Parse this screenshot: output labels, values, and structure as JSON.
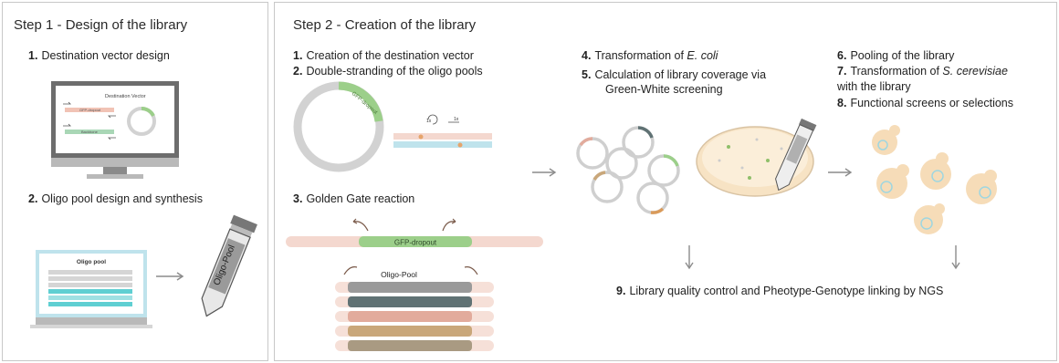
{
  "panel1": {
    "title": "Step 1 - Design of the library",
    "step1": {
      "num": "1.",
      "text": "Destination vector design"
    },
    "step2": {
      "num": "2.",
      "text": "Oligo pool design and synthesis"
    },
    "monitor1": {
      "title": "Destination Vector",
      "gfp_label": "GFP-dropout",
      "backbone_label": "Backbone"
    },
    "monitor2": {
      "title": "Oligo pool"
    },
    "tube_label": "Oligo-Pool"
  },
  "panel2": {
    "title": "Step 2 - Creation of the library",
    "s1": {
      "num": "1.",
      "text": "Creation of the destination vector"
    },
    "s2": {
      "num": "2.",
      "text": "Double-stranding of the oligo pools"
    },
    "s3": {
      "num": "3.",
      "text": "Golden Gate reaction"
    },
    "s4": {
      "num": "4.",
      "text": "Transformation of ",
      "italic": "E. coli"
    },
    "s5": {
      "num": "5.",
      "text": "Calculation of library coverage via",
      "text2": "Green-White screening"
    },
    "s6": {
      "num": "6.",
      "text": "Pooling of the library"
    },
    "s7": {
      "num": "7.",
      "text": "Transformation of ",
      "italic": "S. cerevisiae",
      "text2": "with the library"
    },
    "s8": {
      "num": "8.",
      "text": "Functional screens or selections"
    },
    "s9": {
      "num": "9.",
      "text": "Library quality control and Pheotype-Genotype linking by NGS"
    },
    "circle_label": "GFP-dropout",
    "primer1": "1x",
    "primer2": "1x",
    "gfp_bar_label": "GFP-dropout",
    "oligo_pool_label": "Oligo-Pool"
  },
  "colors": {
    "gfp": "#9ccf8a",
    "pink": "#f4d8cf",
    "blue": "#bfe3ec",
    "teal": "#5fcfd2",
    "yeast": "#f6dcb8",
    "plate": "#f7e3c4",
    "gray": "#cfcfcf"
  }
}
